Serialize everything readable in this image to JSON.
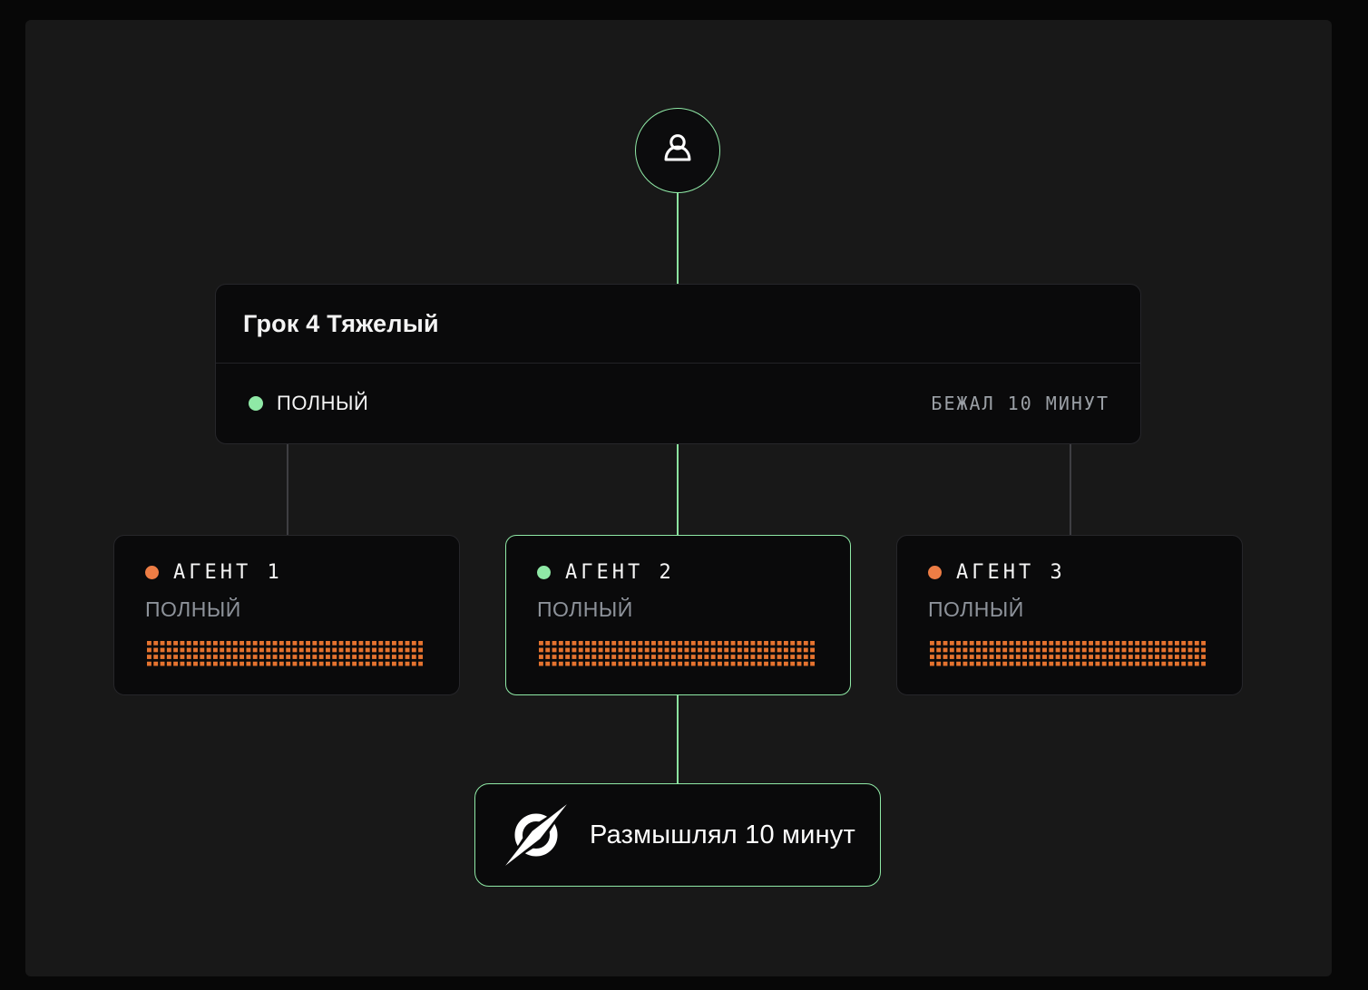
{
  "colors": {
    "accent_green": "#8fe9a6",
    "accent_orange": "#ed7d45",
    "pattern_orange": "#e5732f",
    "panel_background": "#181818",
    "card_background": "#0a0a0b",
    "muted_text": "#9ba0a6"
  },
  "user_node": {
    "icon": "user-icon"
  },
  "root": {
    "title": "Грок 4 Тяжелый",
    "status": {
      "label": "ПОЛНЫЙ",
      "state": "green"
    },
    "runtime": "БЕЖАЛ 10 МИНУТ"
  },
  "agents": [
    {
      "name": "АГЕНТ 1",
      "status": "ПОЛНЫЙ",
      "state": "orange",
      "highlighted": false
    },
    {
      "name": "АГЕНТ 2",
      "status": "ПОЛНЫЙ",
      "state": "green",
      "highlighted": true
    },
    {
      "name": "АГЕНТ 3",
      "status": "ПОЛНЫЙ",
      "state": "orange",
      "highlighted": false
    }
  ],
  "result": {
    "label": "Размышлял 10 минут",
    "icon": "grok-logo-icon"
  }
}
